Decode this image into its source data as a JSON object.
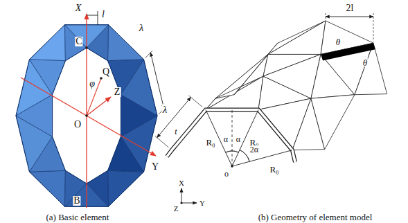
{
  "diagram": {
    "labels": [
      "X",
      "l",
      "C",
      "Q",
      "φ",
      "λ",
      "Z",
      "O",
      "Y",
      "B",
      "(a) Basic element",
      "λ",
      "t",
      "R₀",
      "R₀",
      "R₀",
      "α",
      "α",
      "2α",
      "o",
      "X",
      "Z",
      "Y",
      "2l",
      "θ",
      "θ",
      "(b) Geometry of element model"
    ]
  }
}
